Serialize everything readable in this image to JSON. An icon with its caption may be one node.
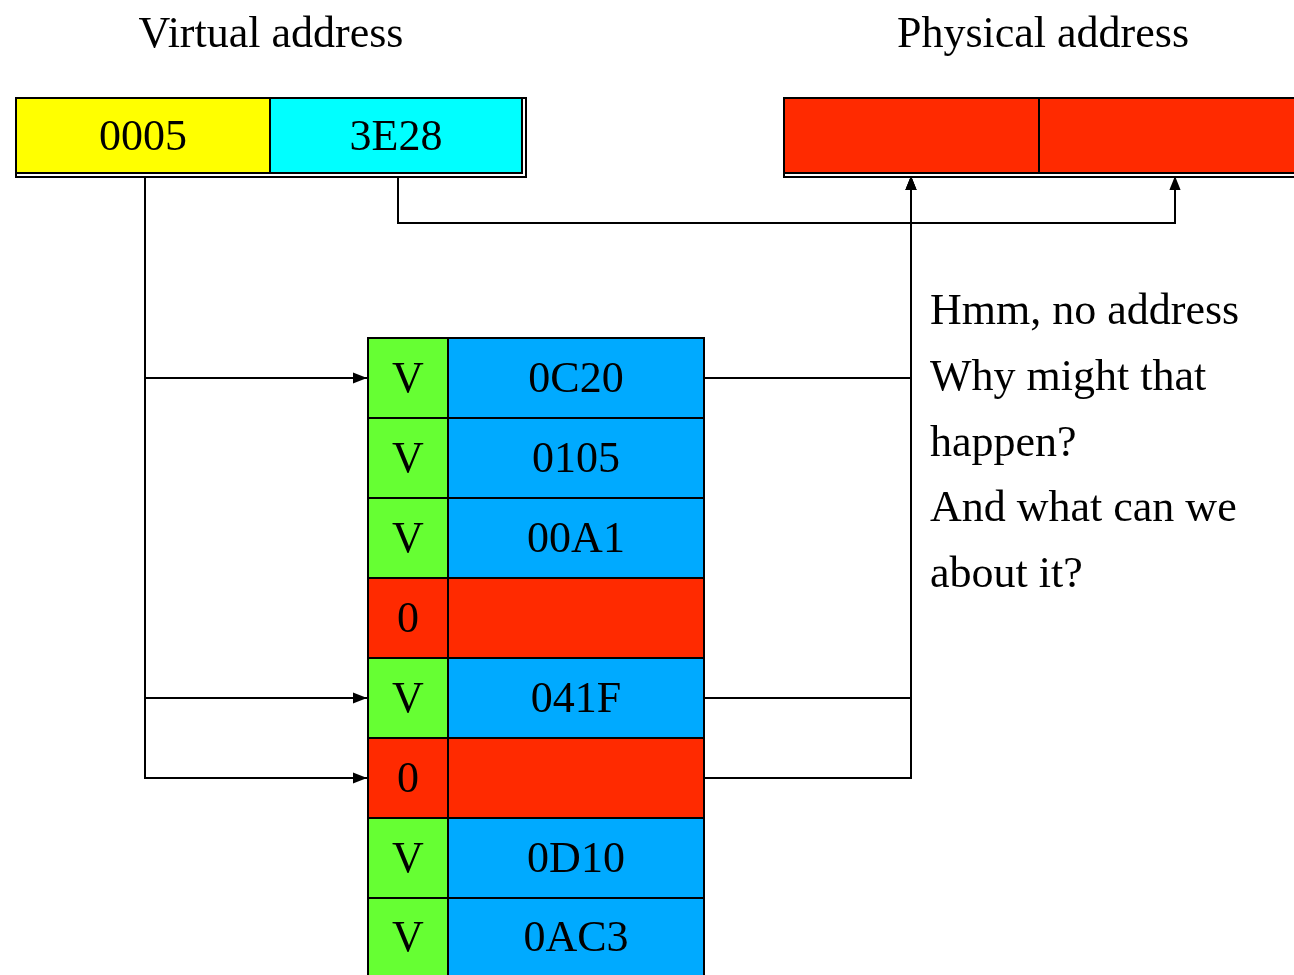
{
  "diagram": {
    "nodes": [
      {
        "text": [
          "Virtual address"
        ]
      },
      {
        "text": [
          "0005"
        ],
        "in": 0
      },
      {
        "text": [
          "3E28"
        ],
        "in": 0
      },
      {
        "text": [
          "Physical address"
        ]
      },
      {
        "text": [],
        "shape": "box",
        "in": 3
      },
      {
        "text": [],
        "shape": "box",
        "in": 3
      },
      {
        "text": [
          "V"
        ]
      },
      {
        "text": [
          "0C20"
        ]
      },
      {
        "text": [
          "V"
        ]
      },
      {
        "text": [
          "0105"
        ]
      },
      {
        "text": [
          "V"
        ]
      },
      {
        "text": [
          "00A1"
        ]
      },
      {
        "text": [
          "0"
        ]
      },
      {
        "text": [],
        "shape": "box"
      },
      {
        "text": [
          "V"
        ]
      },
      {
        "text": [
          "041F"
        ]
      },
      {
        "text": [
          "0"
        ]
      },
      {
        "text": [],
        "shape": "box"
      },
      {
        "text": [
          "V"
        ]
      },
      {
        "text": [
          "0D10"
        ]
      },
      {
        "text": [
          "V"
        ]
      },
      {
        "text": [
          "0AC3"
        ]
      }
    ],
    "edges": [
      {
        "from": 1,
        "to": 6,
        "arrow": "to"
      },
      {
        "from": 1,
        "to": 14,
        "arrow": "to"
      },
      {
        "from": 1,
        "to": 16,
        "arrow": "to"
      },
      {
        "from": 2,
        "to": 5,
        "arrow": "to"
      },
      {
        "from": 7,
        "to": 4,
        "arrow": "to"
      },
      {
        "from": 15,
        "to": 4,
        "arrow": "to"
      },
      {
        "from": 17,
        "to": 4,
        "arrow": "to"
      }
    ],
    "labels": [
      "Hmm, no address Why might that happen?",
      "And what can we about it?"
    ]
  }
}
